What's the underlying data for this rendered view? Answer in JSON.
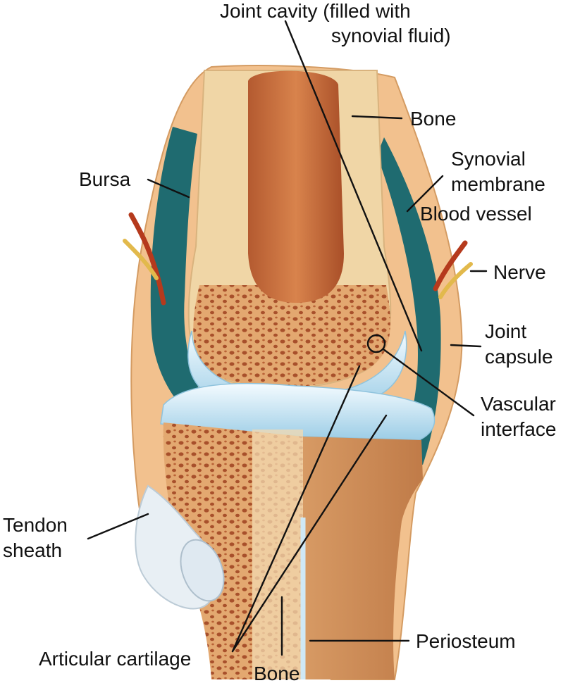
{
  "labels": {
    "joint_cavity_l1": "Joint cavity (filled with",
    "joint_cavity_l2": "synovial fluid)",
    "bone_top": "Bone",
    "synovial_l1": "Synovial",
    "synovial_l2": "membrane",
    "blood_vessel": "Blood vessel",
    "bursa": "Bursa",
    "nerve": "Nerve",
    "joint_capsule_l1": "Joint",
    "joint_capsule_l2": "capsule",
    "vascular_l1": "Vascular",
    "vascular_l2": "interface",
    "tendon_l1": "Tendon",
    "tendon_l2": "sheath",
    "periosteum": "Periosteum",
    "articular_cartilage": "Articular cartilage",
    "bone_bottom": "Bone"
  },
  "colors": {
    "bone_light": "#f0d7a8",
    "marrow": "#c9703f",
    "spongy_bone": "#e0a06c",
    "cartilage": "#cde8f5",
    "synovial_cavity": "#1f6b70",
    "capsule": "#f4c38f",
    "tendon": "#e6eef3",
    "blood_vessel": "#b53a1d",
    "nerve": "#e2b94c",
    "leader": "#111111"
  }
}
